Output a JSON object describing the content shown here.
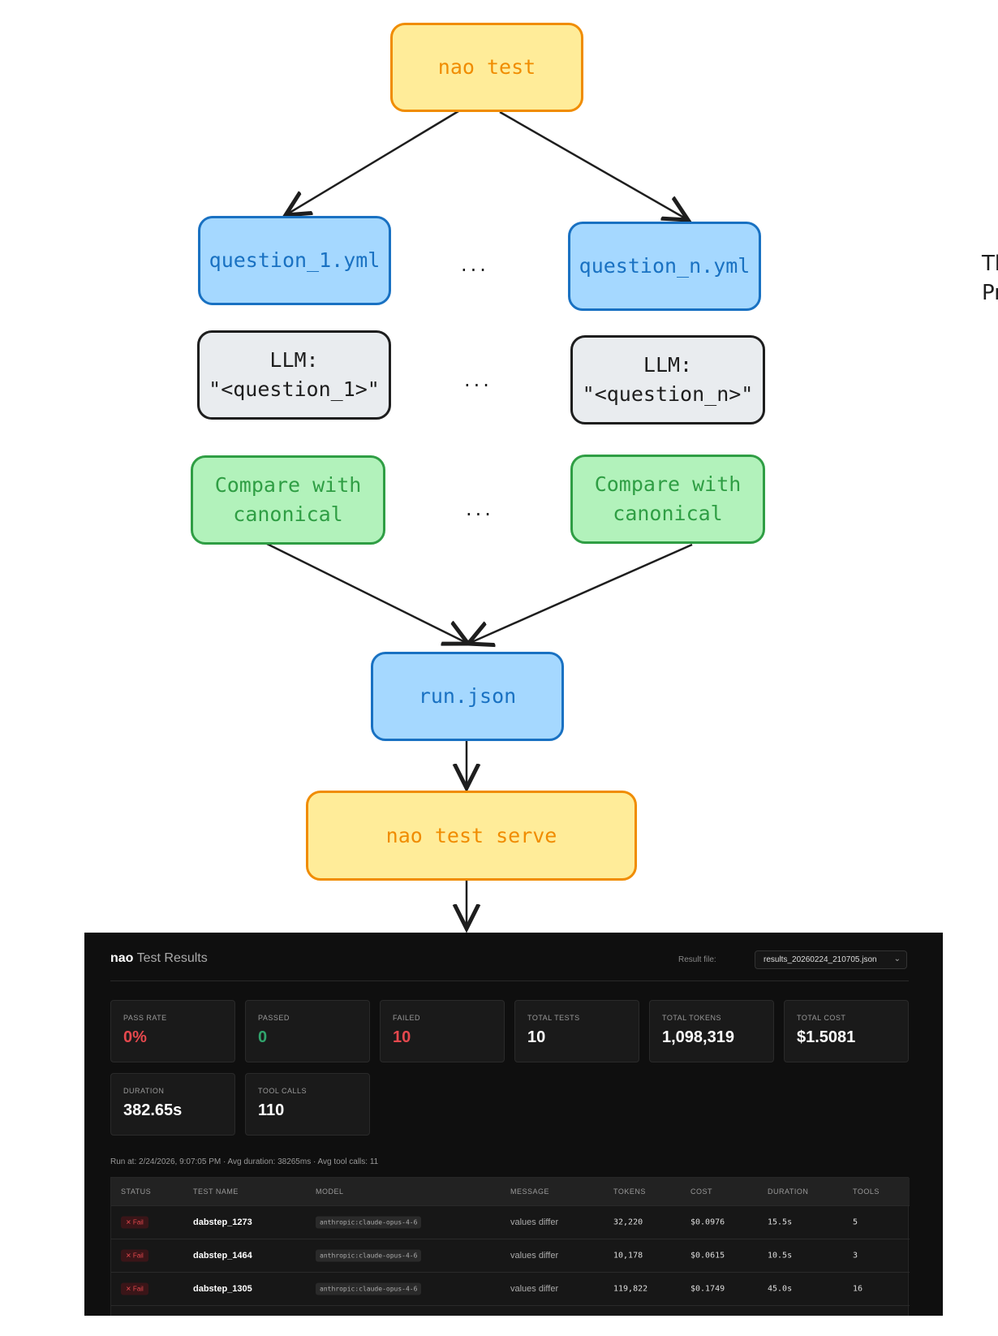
{
  "diagram": {
    "nodes": {
      "nao_test": "nao test",
      "question_1": "question_1.yml",
      "question_n": "question_n.yml",
      "llm_1": [
        "LLM:",
        "\"<question_1>\""
      ],
      "llm_n": [
        "LLM:",
        "\"<question_n>\""
      ],
      "compare_1": [
        "Compare with",
        "canonical"
      ],
      "compare_n": [
        "Compare with",
        "canonical"
      ],
      "run_json": "run.json",
      "serve": "nao test serve"
    },
    "ellipsis": "...",
    "side_text": [
      "Th",
      "Pr"
    ],
    "colors": {
      "yellow_fill": "#ffec99",
      "yellow_stroke": "#f08c00",
      "blue_fill": "#a5d8ff",
      "blue_stroke": "#1971c2",
      "gray_fill": "#e9ecef",
      "green_fill": "#b2f2bb",
      "green_stroke": "#2f9e44"
    }
  },
  "results": {
    "title_brand": "nao",
    "title_text": "Test Results",
    "result_file_label": "Result file:",
    "result_file_value": "results_20260224_210705.json",
    "cards": [
      {
        "label": "PASS RATE",
        "value": "0%"
      },
      {
        "label": "PASSED",
        "value": "0"
      },
      {
        "label": "FAILED",
        "value": "10"
      },
      {
        "label": "TOTAL TESTS",
        "value": "10"
      },
      {
        "label": "TOTAL TOKENS",
        "value": "1,098,319"
      },
      {
        "label": "TOTAL COST",
        "value": "$1.5081"
      },
      {
        "label": "DURATION",
        "value": "382.65s"
      },
      {
        "label": "TOOL CALLS",
        "value": "110"
      }
    ],
    "run_info": "Run at: 2/24/2026, 9:07:05 PM · Avg duration: 38265ms · Avg tool calls: 11",
    "columns": [
      "STATUS",
      "TEST NAME",
      "MODEL",
      "MESSAGE",
      "TOKENS",
      "COST",
      "DURATION",
      "TOOLS"
    ],
    "rows": [
      {
        "status": "✕ Fail",
        "name": "dabstep_1273",
        "model": "anthropic:claude-opus-4-6",
        "message": "values differ",
        "tokens": "32,220",
        "cost": "$0.0976",
        "duration": "15.5s",
        "tools": "5"
      },
      {
        "status": "✕ Fail",
        "name": "dabstep_1464",
        "model": "anthropic:claude-opus-4-6",
        "message": "values differ",
        "tokens": "10,178",
        "cost": "$0.0615",
        "duration": "10.5s",
        "tools": "3"
      },
      {
        "status": "✕ Fail",
        "name": "dabstep_1305",
        "model": "anthropic:claude-opus-4-6",
        "message": "values differ",
        "tokens": "119,822",
        "cost": "$0.1749",
        "duration": "45.0s",
        "tools": "16"
      }
    ]
  }
}
